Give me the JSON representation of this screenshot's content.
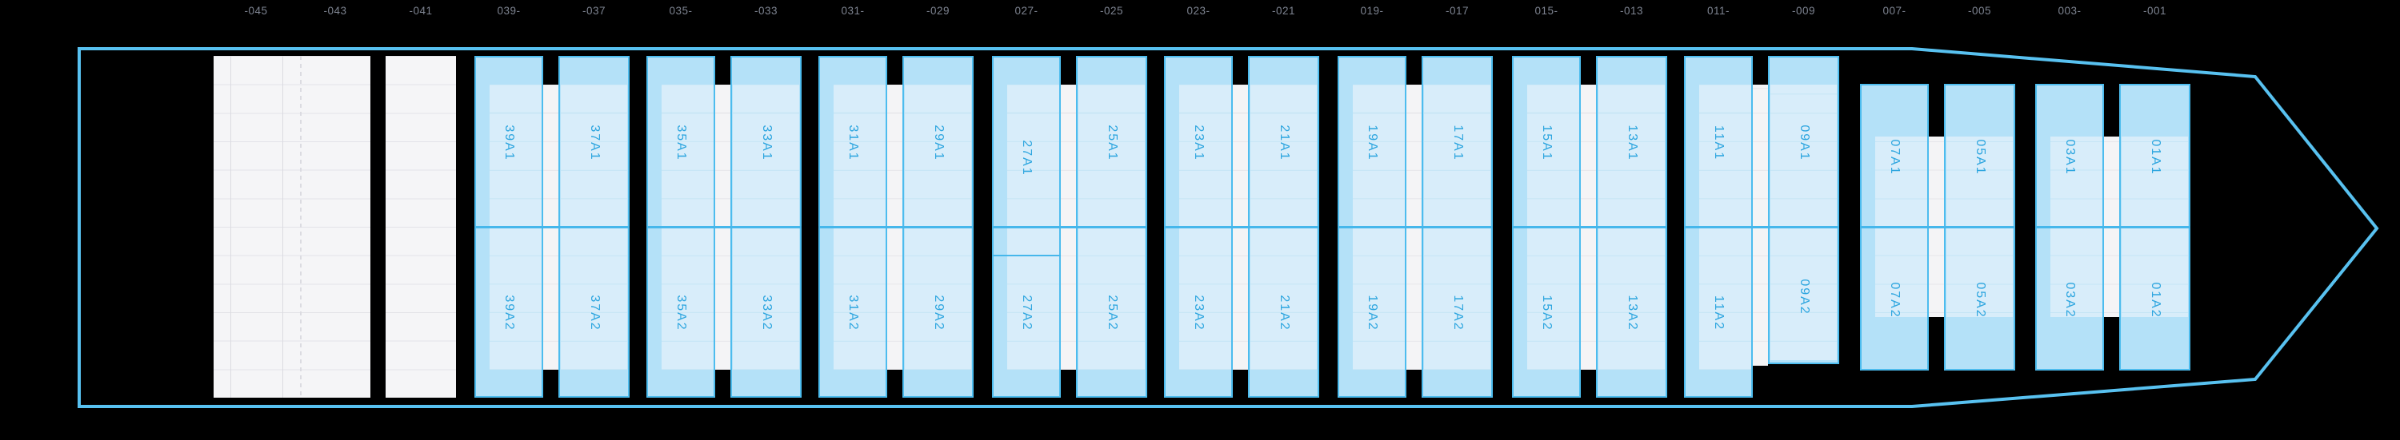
{
  "view": {
    "name": "vessel-deck-stowage-plan"
  },
  "colors": {
    "background": "#000000",
    "hull": "#58C1F0",
    "slot_fill": "#B4E1F8",
    "slot_inner": "#D8EDFA",
    "slot_border": "#4DBCEE",
    "slot_row_line": "#C5E5F5",
    "split_line": "#46B7EB",
    "slot_label": "#2CA5DF",
    "walkway_fill": "#F4F4F6",
    "walkway_row_line": "#E6E6EA",
    "stern_fill": "#F5F5F7",
    "stern_row_line": "#E3E3E8",
    "stern_sep_line": "#DBDBE1",
    "axis_label": "#7D8390"
  },
  "axis_labels": [
    "-045",
    "-043",
    "-041",
    "039-",
    "-037",
    "035-",
    "-033",
    "031-",
    "-029",
    "027-",
    "-025",
    "023-",
    "-021",
    "019-",
    "-017",
    "015-",
    "-013",
    "011-",
    "-009",
    "007-",
    "-005",
    "003-",
    "-001"
  ],
  "stern_blocks": [
    {
      "name": "stern-slot-grid-45-43"
    },
    {
      "name": "stern-slot-grid-41"
    }
  ],
  "bay_pairs": [
    {
      "variant": "full",
      "left": {
        "bay": "39",
        "slots": [
          "39A1",
          "39A2"
        ]
      },
      "right": {
        "bay": "37",
        "slots": [
          "37A1",
          "37A2"
        ]
      }
    },
    {
      "variant": "full",
      "left": {
        "bay": "35",
        "slots": [
          "35A1",
          "35A2"
        ]
      },
      "right": {
        "bay": "33",
        "slots": [
          "33A1",
          "33A2"
        ]
      }
    },
    {
      "variant": "full",
      "left": {
        "bay": "31",
        "slots": [
          "31A1",
          "31A2"
        ]
      },
      "right": {
        "bay": "29",
        "slots": [
          "29A1",
          "29A2"
        ]
      }
    },
    {
      "variant": "full",
      "left": {
        "bay": "27",
        "slots": [
          "27A1",
          "27A2"
        ],
        "extra_line": true
      },
      "right": {
        "bay": "25",
        "slots": [
          "25A1",
          "25A2"
        ]
      }
    },
    {
      "variant": "full",
      "left": {
        "bay": "23",
        "slots": [
          "23A1",
          "23A2"
        ]
      },
      "right": {
        "bay": "21",
        "slots": [
          "21A1",
          "21A2"
        ]
      }
    },
    {
      "variant": "full",
      "left": {
        "bay": "19",
        "slots": [
          "19A1",
          "19A2"
        ]
      },
      "right": {
        "bay": "17",
        "slots": [
          "17A1",
          "17A2"
        ]
      }
    },
    {
      "variant": "full",
      "left": {
        "bay": "15",
        "slots": [
          "15A1",
          "15A2"
        ]
      },
      "right": {
        "bay": "13",
        "slots": [
          "13A1",
          "13A2"
        ]
      }
    },
    {
      "variant": "full",
      "left": {
        "bay": "11",
        "slots": [
          "11A1",
          "11A2"
        ]
      },
      "right": {
        "bay": "09",
        "slots": [
          "09A1",
          "09A2"
        ],
        "short": true
      }
    },
    {
      "variant": "bow",
      "left": {
        "bay": "07",
        "slots": [
          "07A1",
          "07A2"
        ]
      },
      "right": {
        "bay": "05",
        "slots": [
          "05A1",
          "05A2"
        ]
      }
    },
    {
      "variant": "bow",
      "left": {
        "bay": "03",
        "slots": [
          "03A1",
          "03A2"
        ]
      },
      "right": {
        "bay": "01",
        "slots": [
          "01A1",
          "01A2"
        ]
      }
    }
  ]
}
